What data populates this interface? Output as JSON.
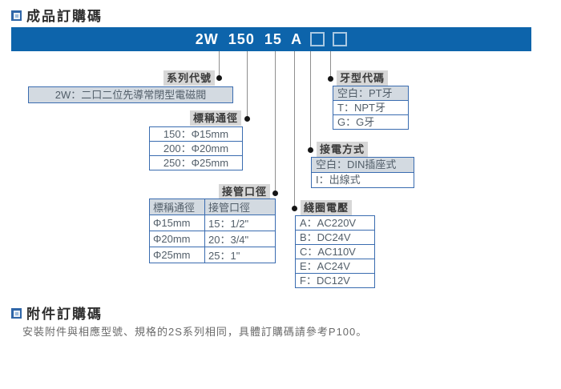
{
  "header": {
    "title": "成品訂購碼"
  },
  "banner": {
    "code": "2W 150 15 A"
  },
  "series": {
    "label": "系列代號",
    "desc": "2W：二口二位先導常閉型電磁閥"
  },
  "diameter": {
    "label": "標稱通徑",
    "rows": [
      "150：Φ15mm",
      "200：Φ20mm",
      "250：Φ25mm"
    ]
  },
  "port": {
    "label": "接管口徑",
    "headers": [
      "標稱通徑",
      "接管口徑"
    ],
    "rows": [
      [
        "Φ15mm",
        "15：1/2\""
      ],
      [
        "Φ20mm",
        "20：3/4\""
      ],
      [
        "Φ25mm",
        "25：1\""
      ]
    ]
  },
  "thread": {
    "label": "牙型代碼",
    "rows": [
      "空白：PT牙",
      "T：NPT牙",
      "G：G牙"
    ]
  },
  "wiring": {
    "label": "接電方式",
    "rows": [
      "空白：DIN插座式",
      "I：出線式"
    ]
  },
  "voltage": {
    "label": "綫圈電壓",
    "rows": [
      "A：AC220V",
      "B：DC24V",
      "C：AC110V",
      "E：AC24V",
      "F：DC12V"
    ]
  },
  "footer": {
    "title": "附件訂購碼",
    "note": "安裝附件與相應型號、規格的2S系列相同，具體訂購碼請參考P100。"
  },
  "colors": {
    "banner": "#0d64ab",
    "box-border": "#3a6cb0",
    "tag-bg": "#d7d7d7",
    "shade": "#d3dae1",
    "line": "#8f8f8f",
    "accent": "#2f66a8"
  }
}
